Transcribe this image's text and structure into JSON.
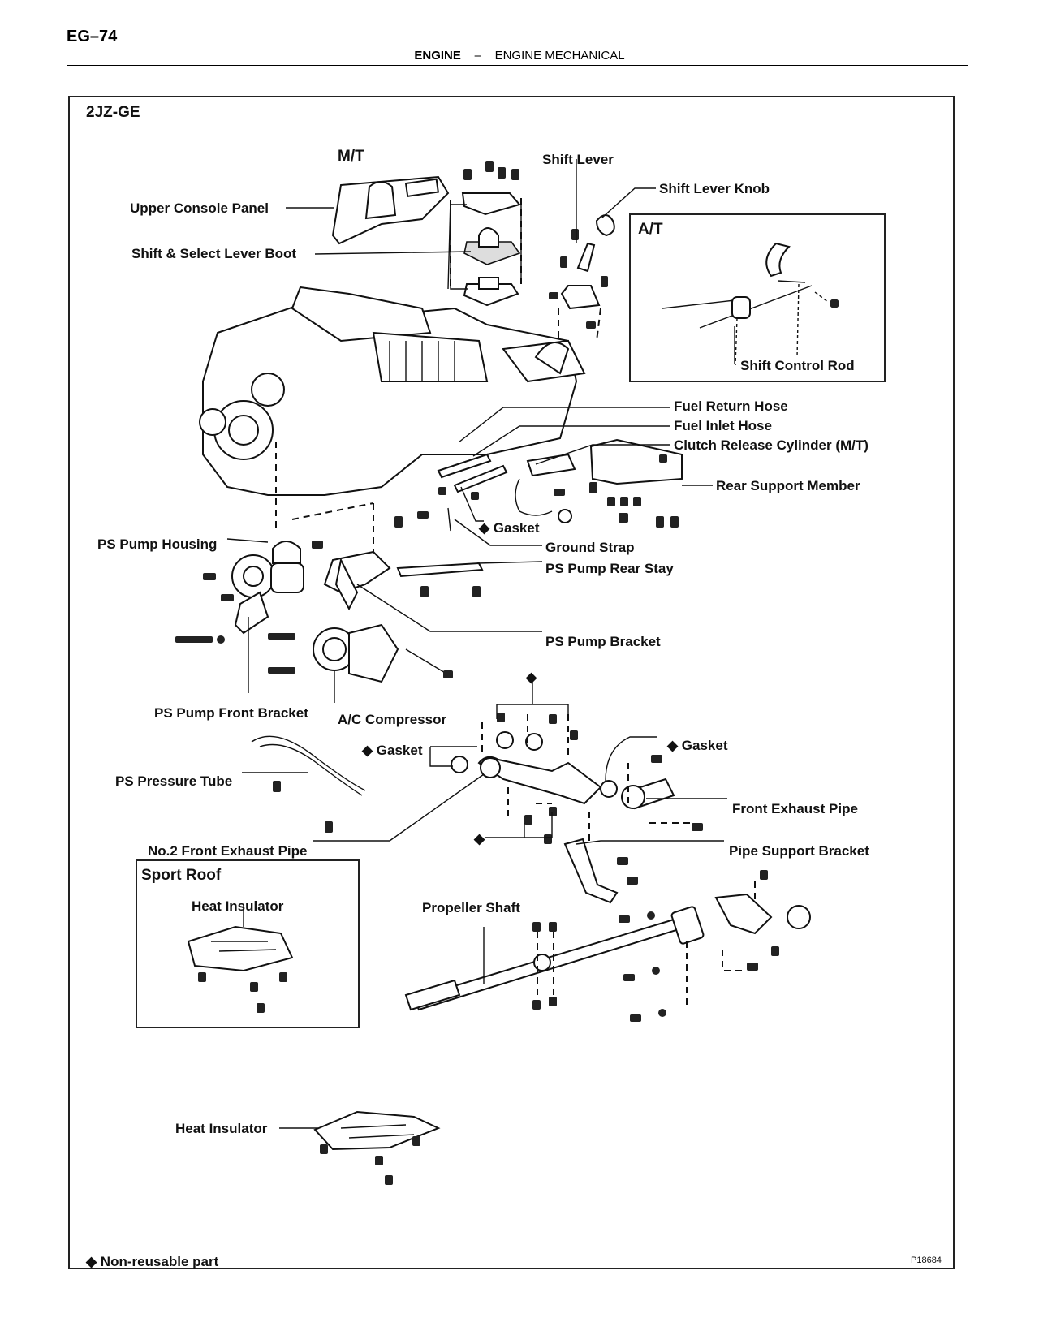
{
  "page": {
    "number": "EG–74"
  },
  "header": {
    "section": "ENGINE",
    "separator": "–",
    "subsection": "ENGINE MECHANICAL"
  },
  "diagram": {
    "engine_code": "2JZ-GE",
    "mt_label": "M/T",
    "at_label": "A/T",
    "sport_roof_label": "Sport Roof",
    "labels": {
      "shift_lever": "Shift Lever",
      "shift_lever_knob": "Shift Lever Knob",
      "upper_console_panel": "Upper Console Panel",
      "shift_select_lever_boot": "Shift & Select Lever Boot",
      "shift_control_rod": "Shift Control Rod",
      "fuel_return_hose": "Fuel Return Hose",
      "fuel_inlet_hose": "Fuel Inlet Hose",
      "clutch_release_cylinder": "Clutch Release Cylinder (M/T)",
      "rear_support_member": "Rear Support Member",
      "gasket_1": "◆ Gasket",
      "ground_strap": "Ground Strap",
      "ps_pump_housing": "PS Pump Housing",
      "ps_pump_rear_stay": "PS Pump Rear Stay",
      "ps_pump_bracket": "PS Pump Bracket",
      "ps_pump_front_bracket": "PS Pump Front Bracket",
      "ac_compressor": "A/C Compressor",
      "gasket_2": "◆ Gasket",
      "gasket_3": "◆ Gasket",
      "ps_pressure_tube": "PS Pressure Tube",
      "front_exhaust_pipe": "Front Exhaust Pipe",
      "no2_front_exhaust_pipe": "No.2 Front Exhaust Pipe",
      "pipe_support_bracket": "Pipe Support Bracket",
      "heat_insulator_sport": "Heat Insulator",
      "propeller_shaft": "Propeller Shaft",
      "heat_insulator": "Heat Insulator"
    },
    "diamond_symbol": "◆",
    "legend": "◆ Non-reusable part",
    "figure_code": "P18684"
  }
}
